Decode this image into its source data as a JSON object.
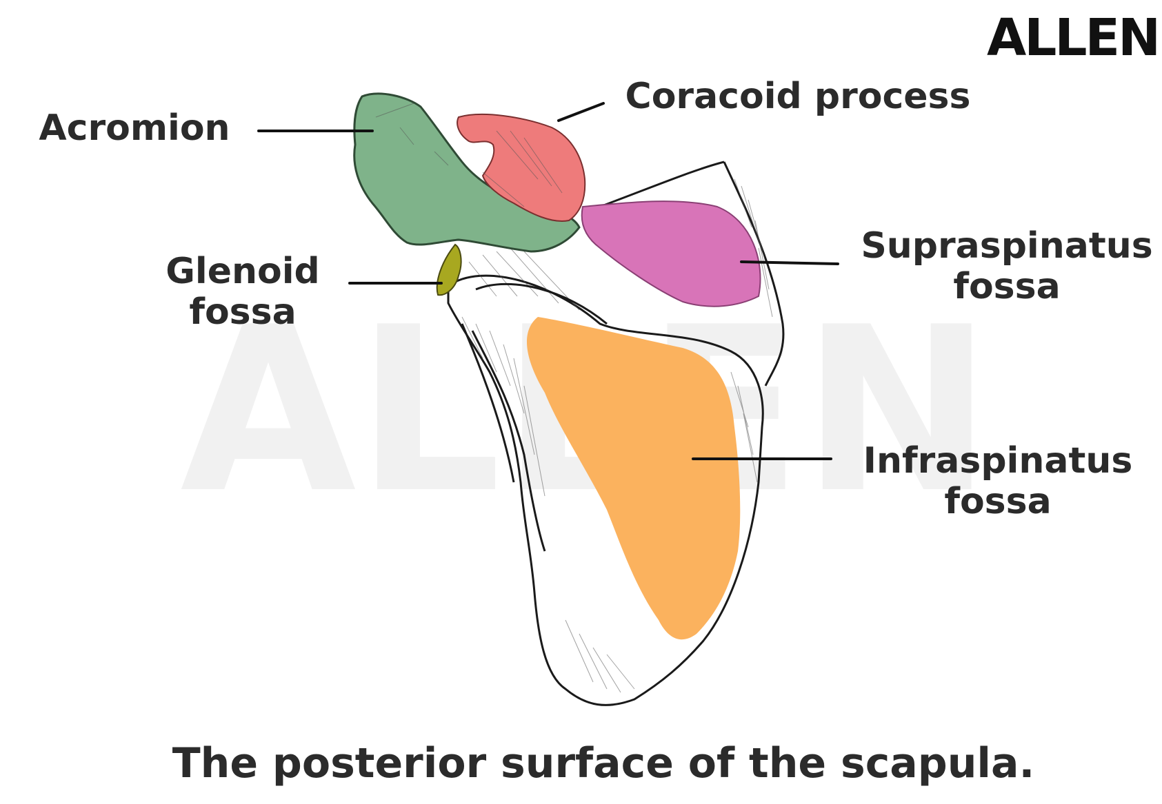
{
  "brand": {
    "logo_text": "ALLEN",
    "watermark_text": "ALLEN"
  },
  "caption": "The posterior surface of the scapula.",
  "labels": {
    "acromion": "Acromion",
    "coracoid": "Coracoid process",
    "glenoid_line1": "Glenoid",
    "glenoid_line2": "fossa",
    "supraspinatus_line1": "Supraspinatus",
    "supraspinatus_line2": "fossa",
    "infraspinatus_line1": "Infraspinatus",
    "infraspinatus_line2": "fossa"
  },
  "colors": {
    "acromion": "#7fb38a",
    "coracoid": "#ee7b7b",
    "glenoid": "#a8a820",
    "supraspinatus": "#d874b8",
    "infraspinatus": "#fbb25e",
    "text": "#2b2b2b"
  }
}
